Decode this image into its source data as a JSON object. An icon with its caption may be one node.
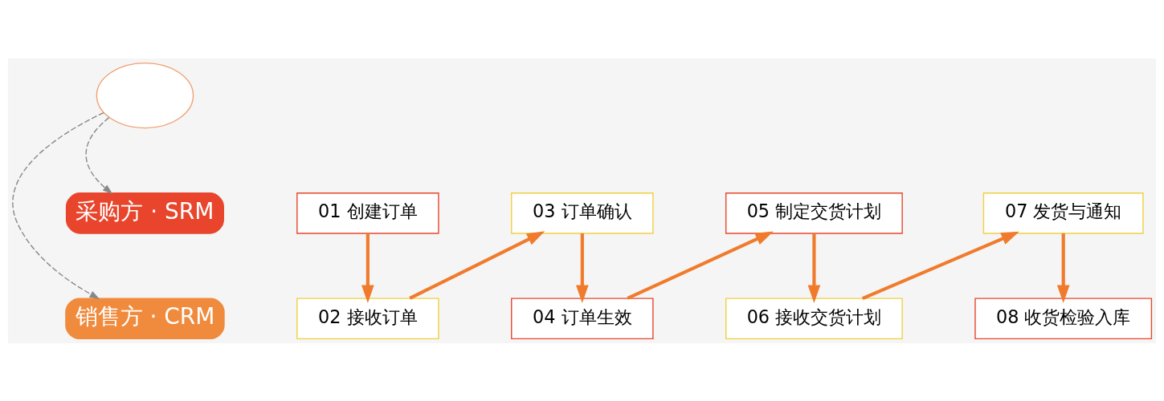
{
  "diagram": {
    "nodes": [
      {
        "text": [
          "采购方 · SRM"
        ]
      },
      {
        "text": [],
        "shape": "cloud"
      },
      {
        "text": [
          "销售方 · CRM"
        ]
      },
      {
        "text": [
          "01 创建订单"
        ]
      },
      {
        "text": [
          "02 接收订单"
        ]
      },
      {
        "text": [
          "03 订单确认"
        ]
      },
      {
        "text": [
          "04 订单生效"
        ]
      },
      {
        "text": [
          "05 制定交货计划"
        ]
      },
      {
        "text": [
          "06 接收交货计划"
        ]
      },
      {
        "text": [
          "07 发货与通知"
        ]
      },
      {
        "text": [
          "08 收货检验入库"
        ]
      }
    ],
    "edges": [
      {
        "from": 1,
        "to": 0,
        "arrow": "to",
        "style": "dashed",
        "color": "#888888"
      },
      {
        "from": 1,
        "to": 2,
        "arrow": "to",
        "style": "dashed",
        "color": "#888888"
      },
      {
        "from": 3,
        "to": 4,
        "arrow": "to"
      },
      {
        "from": 4,
        "to": 5,
        "arrow": "to"
      },
      {
        "from": 5,
        "to": 6,
        "arrow": "to"
      },
      {
        "from": 6,
        "to": 7,
        "arrow": "to"
      },
      {
        "from": 7,
        "to": 8,
        "arrow": "to"
      },
      {
        "from": 8,
        "to": 9,
        "arrow": "to"
      },
      {
        "from": 9,
        "to": 10,
        "arrow": "to"
      }
    ]
  }
}
